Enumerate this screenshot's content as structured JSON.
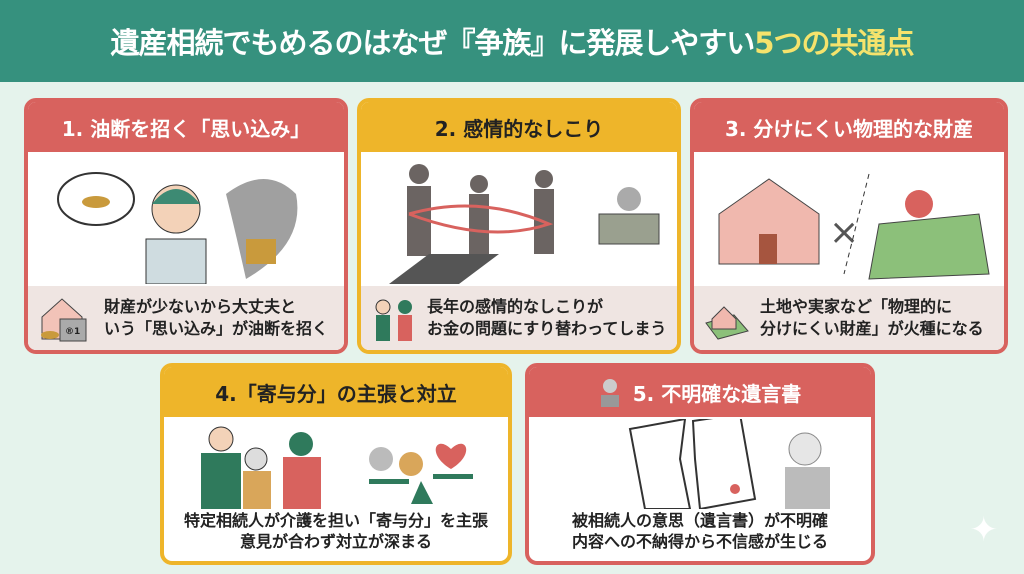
{
  "title": {
    "main": "遺産相続でもめるのはなぜ『争族』に発展しやすい",
    "highlight": "5つの共通点"
  },
  "cards": [
    {
      "title": "1. 油断を招く「思い込み」",
      "lines": [
        "財産が少ないから大丈夫と",
        "いう「思い込み」が油断を招く"
      ],
      "safe_label": "®1"
    },
    {
      "title": "2. 感情的なしこり",
      "lines": [
        "長年の感情的なしこりが",
        "お金の問題にすり替わってしまう"
      ]
    },
    {
      "title": "3. 分けにくい物理的な財産",
      "lines": [
        "土地や実家など「物理的に",
        "分けにくい財産」が火種になる"
      ]
    },
    {
      "title": "4.「寄与分」の主張と対立",
      "lines": [
        "特定相続人が介護を担い「寄与分」を主張",
        "意見が合わず対立が深まる"
      ]
    },
    {
      "title": "5. 不明確な遺言書",
      "lines": [
        "被相続人の意思（遺言書）が不明確",
        "内容への不納得から不信感が生じる"
      ]
    }
  ],
  "colors": {
    "header": "#36917e",
    "red": "#d8625e",
    "yellow": "#eeb52a",
    "background": "#e5f3ec"
  }
}
